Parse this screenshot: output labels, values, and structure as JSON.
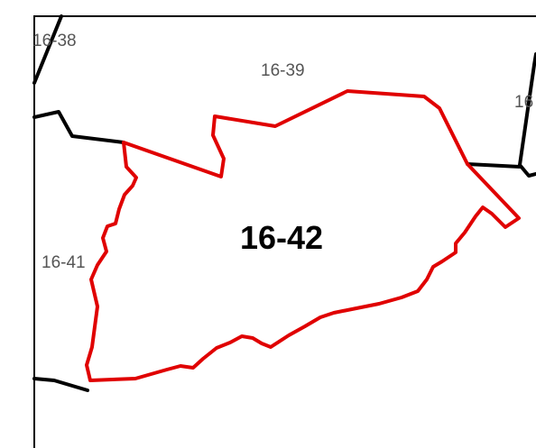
{
  "map": {
    "colors": {
      "background": "#ffffff",
      "frame": "#000000",
      "boundary": "#000000",
      "highlight": "#e00000",
      "label": "#555555",
      "main_label": "#000000"
    },
    "highlighted_parcel": {
      "id": "16-42"
    },
    "neighbor_labels": {
      "nw": "16-38",
      "north": "16-39",
      "east": "16",
      "west": "16-41"
    }
  }
}
